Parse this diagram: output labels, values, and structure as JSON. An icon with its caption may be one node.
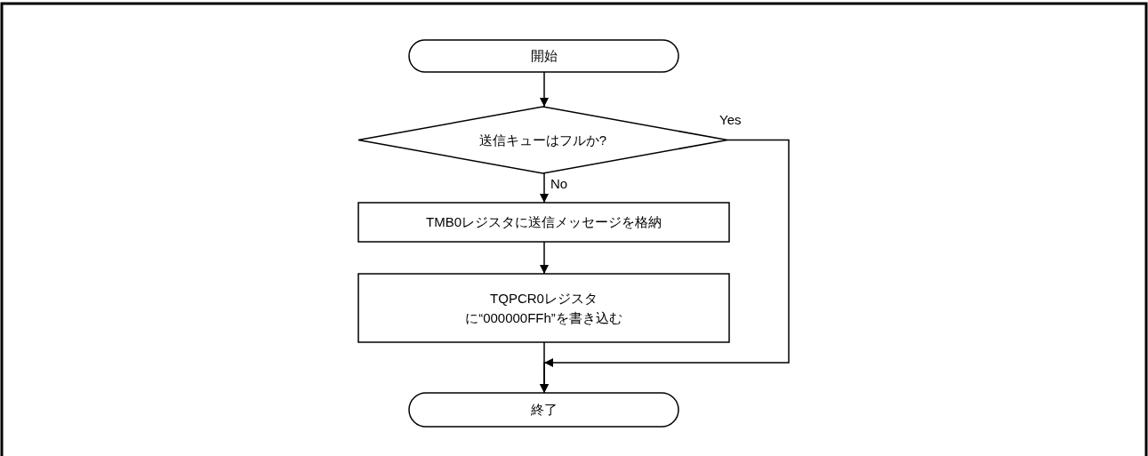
{
  "diagram": {
    "nodes": [
      {
        "text": [
          "開始"
        ]
      },
      {
        "text": [
          "送信キューはフルか?"
        ]
      },
      {
        "text": [
          "TMB0レジスタに送信メッセージを格納"
        ]
      },
      {
        "text": [
          "TQPCR0レジスタに“000000FFh”を書き込む"
        ]
      },
      {
        "text": [
          "終了"
        ]
      }
    ],
    "edges": [
      {
        "from": 0,
        "to": 1,
        "arrow": "to"
      },
      {
        "from": 1,
        "to": 2,
        "arrow": "to",
        "label": "No"
      },
      {
        "from": 2,
        "to": 3,
        "arrow": "to"
      },
      {
        "from": 3,
        "to": 4,
        "arrow": "to"
      },
      {
        "from": 1,
        "to": 4,
        "arrow": "to",
        "label": "Yes"
      }
    ]
  }
}
